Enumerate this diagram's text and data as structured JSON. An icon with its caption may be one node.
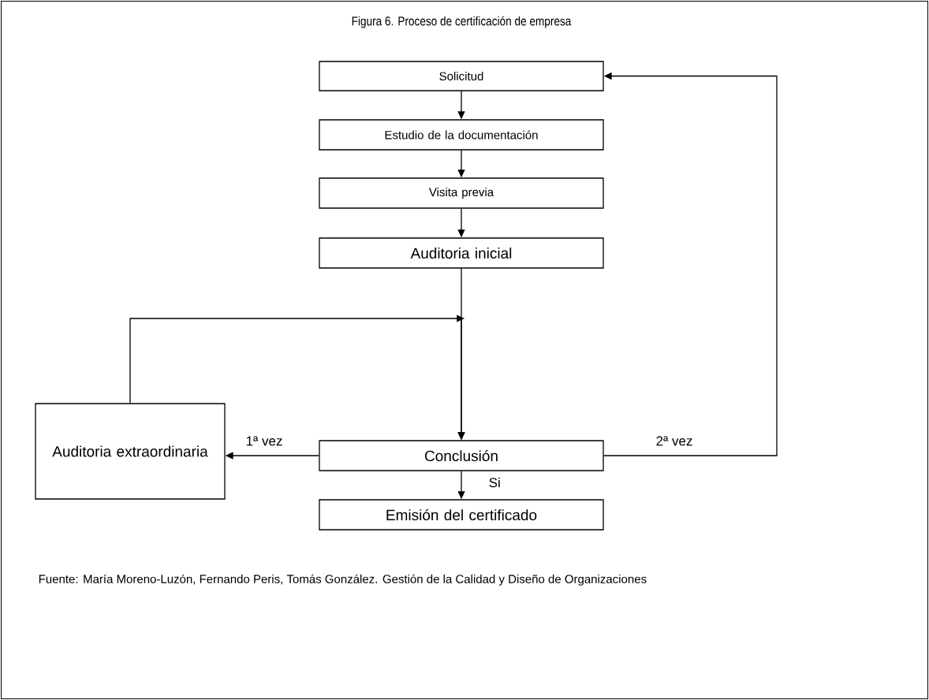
{
  "diagram": {
    "title": "Figura 6. Proceso de certificación de empresa",
    "nodes": [
      {
        "text": [
          "Solicitud"
        ]
      },
      {
        "text": [
          "Estudio de la documentación"
        ]
      },
      {
        "text": [
          "Visita previa"
        ]
      },
      {
        "text": [
          "Auditoria inicial"
        ]
      },
      {
        "text": [
          "Auditoria extraordinaria"
        ]
      },
      {
        "text": [
          "Conclusión"
        ]
      },
      {
        "text": [
          "Emisión del certificado"
        ]
      }
    ],
    "edges": [
      {
        "from": 0,
        "to": 1,
        "arrow": "to"
      },
      {
        "from": 1,
        "to": 2,
        "arrow": "to"
      },
      {
        "from": 2,
        "to": 3,
        "arrow": "to"
      },
      {
        "from": 3,
        "to": 5,
        "arrow": "to"
      },
      {
        "from": 4,
        "to": 5,
        "arrow": "to"
      },
      {
        "from": 5,
        "to": 4,
        "arrow": "to",
        "label": "1ª vez"
      },
      {
        "from": 5,
        "to": 0,
        "arrow": "to",
        "label": "2ª vez"
      },
      {
        "from": 5,
        "to": 6,
        "arrow": "to",
        "label": "Si"
      }
    ],
    "labels": [
      "Fuente: María Moreno-Luzón, Fernando Peris, Tomás González. Gestión de la Calidad y Diseño de Organizaciones"
    ]
  }
}
